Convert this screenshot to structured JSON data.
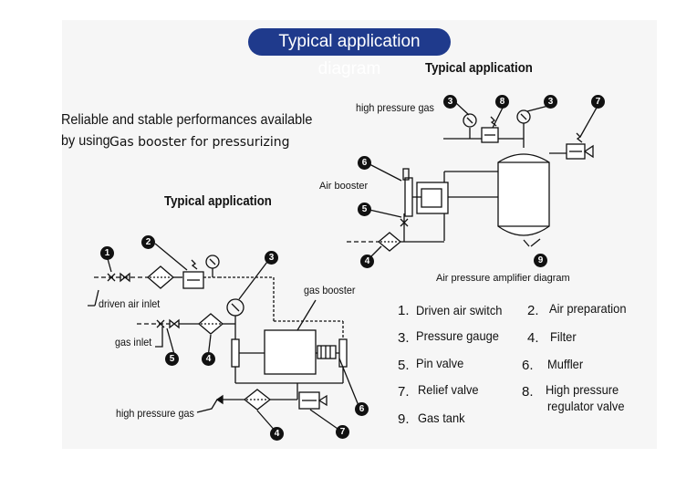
{
  "header": {
    "title": "Typical application diagram"
  },
  "intro": {
    "line1": "Reliable and stable performances available",
    "line2_prefix": "by using",
    "line2_rest": "Gas booster for pressurizing"
  },
  "left_diagram": {
    "title": "Typical application",
    "labels": {
      "driven_air_inlet": "driven air inlet",
      "gas_inlet": "gas inlet",
      "gas_booster": "gas booster",
      "high_pressure_gas": "high pressure gas"
    },
    "callouts": [
      "1",
      "2",
      "3",
      "4",
      "5",
      "6",
      "7"
    ]
  },
  "right_diagram": {
    "title": "Typical application",
    "labels": {
      "high_pressure_gas": "high pressure gas",
      "air_booster": "Air booster",
      "caption": "Air pressure amplifier diagram"
    },
    "callouts": [
      "3",
      "8",
      "3",
      "7",
      "6",
      "5",
      "4",
      "9"
    ]
  },
  "legend": [
    {
      "num": "1.",
      "text": "Driven air switch"
    },
    {
      "num": "2.",
      "text": "Air preparation"
    },
    {
      "num": "3.",
      "text": "Pressure gauge"
    },
    {
      "num": "4.",
      "text": "Filter"
    },
    {
      "num": "5.",
      "text": "Pin valve"
    },
    {
      "num": "6.",
      "text": "Muffler"
    },
    {
      "num": "7.",
      "text": "Relief valve"
    },
    {
      "num": "8.",
      "text": "High pressure",
      "text2": "regulator valve"
    },
    {
      "num": "9.",
      "text": "Gas tank"
    }
  ],
  "colors": {
    "header_bg": "#1f3a8c",
    "panel_bg": "#f6f6f6",
    "ink": "#111111"
  }
}
